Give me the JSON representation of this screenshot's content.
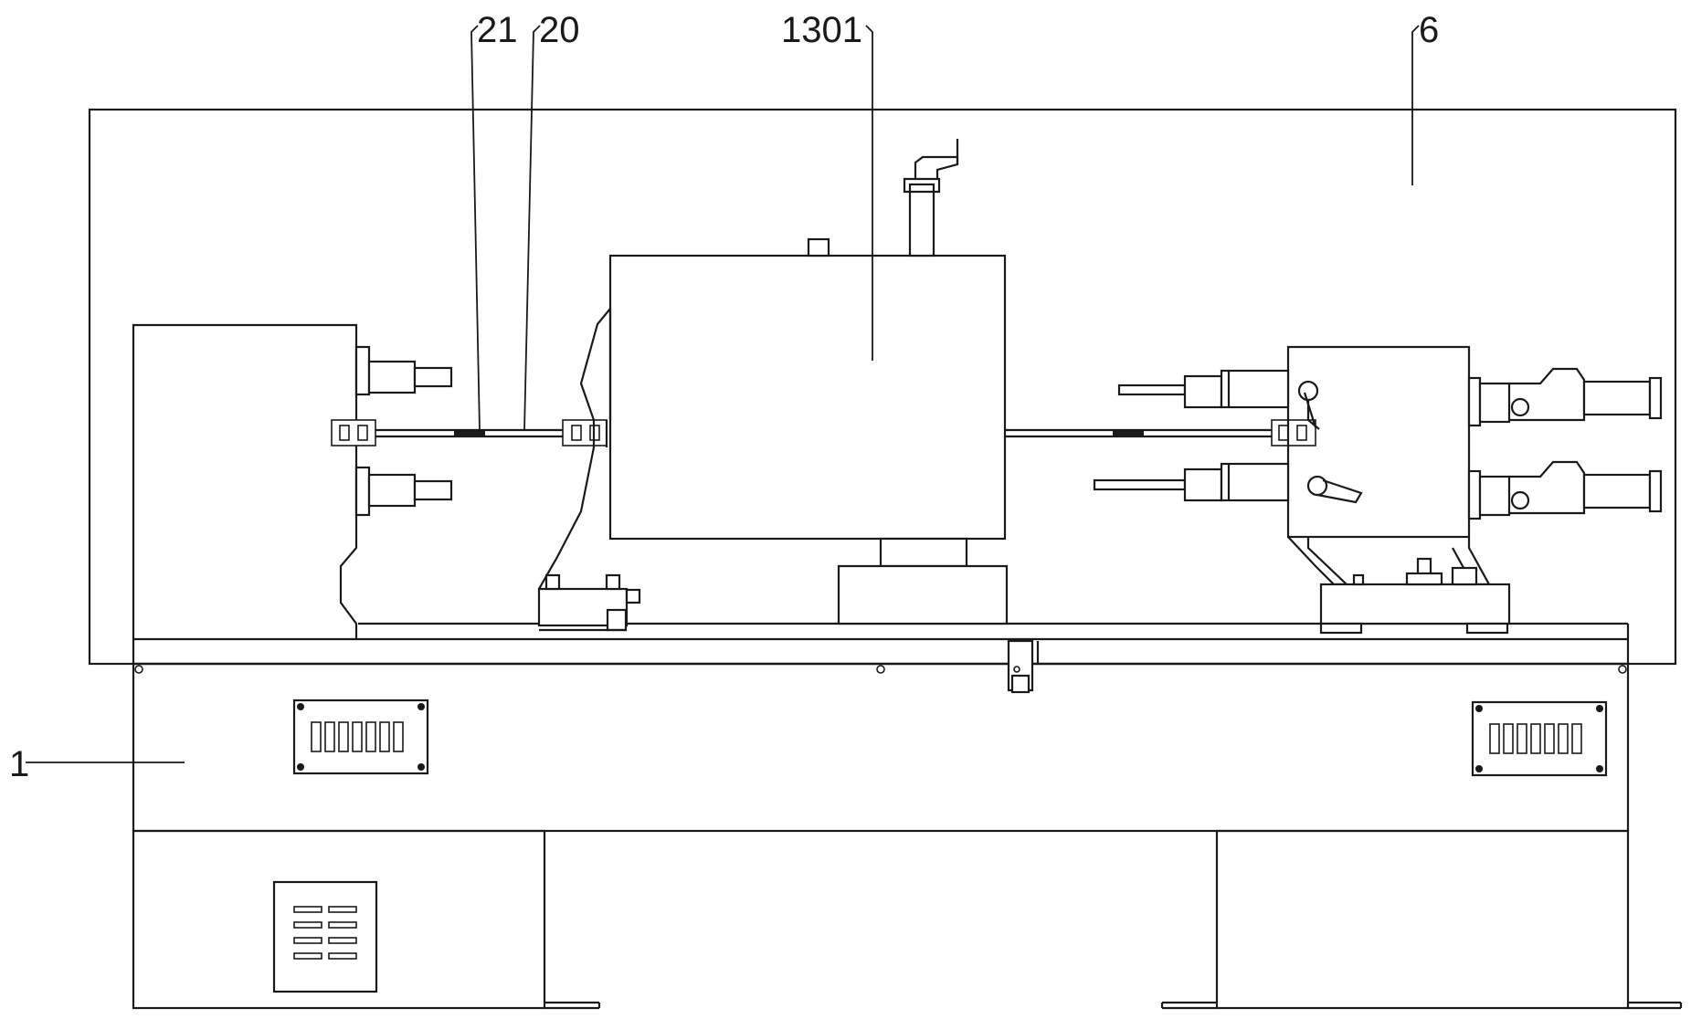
{
  "figure": {
    "reference_labels": {
      "label_21": "21",
      "label_20": "20",
      "label_1301": "1301",
      "label_6": "6",
      "label_1": "1"
    },
    "colors": {
      "line": "#1a1a1a",
      "background": "#ffffff"
    }
  }
}
